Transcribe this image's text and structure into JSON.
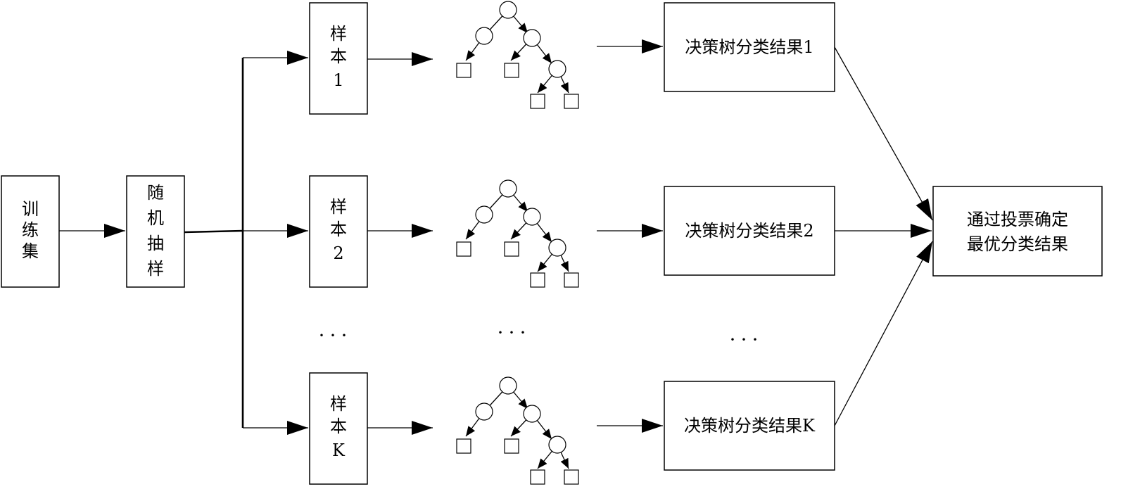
{
  "training_set": {
    "lines": [
      "训",
      "练",
      "集"
    ]
  },
  "random_sampling": {
    "lines": [
      "随",
      "机",
      "抽",
      "样"
    ]
  },
  "samples": [
    {
      "lines": [
        "样",
        "本",
        "1"
      ]
    },
    {
      "lines": [
        "样",
        "本",
        "2"
      ]
    },
    {
      "lines": [
        "样",
        "本",
        "K"
      ]
    }
  ],
  "results": [
    {
      "label": "决策树分类结果1"
    },
    {
      "label": "决策树分类结果2"
    },
    {
      "label": "决策树分类结果K"
    }
  ],
  "final": {
    "lines": [
      "通过投票确定",
      "最优分类结果"
    ]
  },
  "ellipsis": "···"
}
